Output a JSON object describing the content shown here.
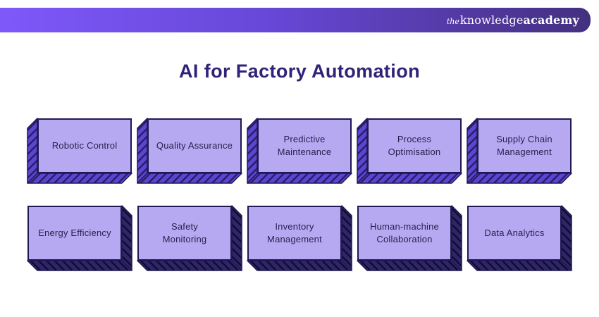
{
  "brand": {
    "the": "the",
    "knowledge": "knowledge",
    "academy": "academy"
  },
  "title": "AI for Factory Automation",
  "colors": {
    "header_gradient_start": "#7f58f9",
    "header_gradient_end": "#443080",
    "title_text": "#2e2376",
    "box_face": "#b6a9f1",
    "box_outline": "#201853",
    "row1_side_base": "#5b46d3",
    "row1_side_hatch": "#271d62",
    "row2_side_base": "#2f2669",
    "row2_side_hatch": "#0f0b2f",
    "label_text": "#292150",
    "background": "#ffffff"
  },
  "rows": [
    {
      "name": "row-1",
      "extrusion": "left",
      "items": [
        {
          "slug": "robotic-control",
          "label": "Robotic Control"
        },
        {
          "slug": "quality-assurance",
          "label": "Quality Assurance"
        },
        {
          "slug": "predictive-maintenance",
          "label": "Predictive\nMaintenance"
        },
        {
          "slug": "process-optimisation",
          "label": "Process\nOptimisation"
        },
        {
          "slug": "supply-chain-management",
          "label": "Supply Chain\nManagement"
        }
      ]
    },
    {
      "name": "row-2",
      "extrusion": "right",
      "items": [
        {
          "slug": "energy-efficiency",
          "label": "Energy Efficiency"
        },
        {
          "slug": "safety-monitoring",
          "label": "Safety\nMonitoring"
        },
        {
          "slug": "inventory-management",
          "label": "Inventory\nManagement"
        },
        {
          "slug": "human-machine-collaboration",
          "label": "Human-machine\nCollaboration"
        },
        {
          "slug": "data-analytics",
          "label": "Data Analytics"
        }
      ]
    }
  ]
}
